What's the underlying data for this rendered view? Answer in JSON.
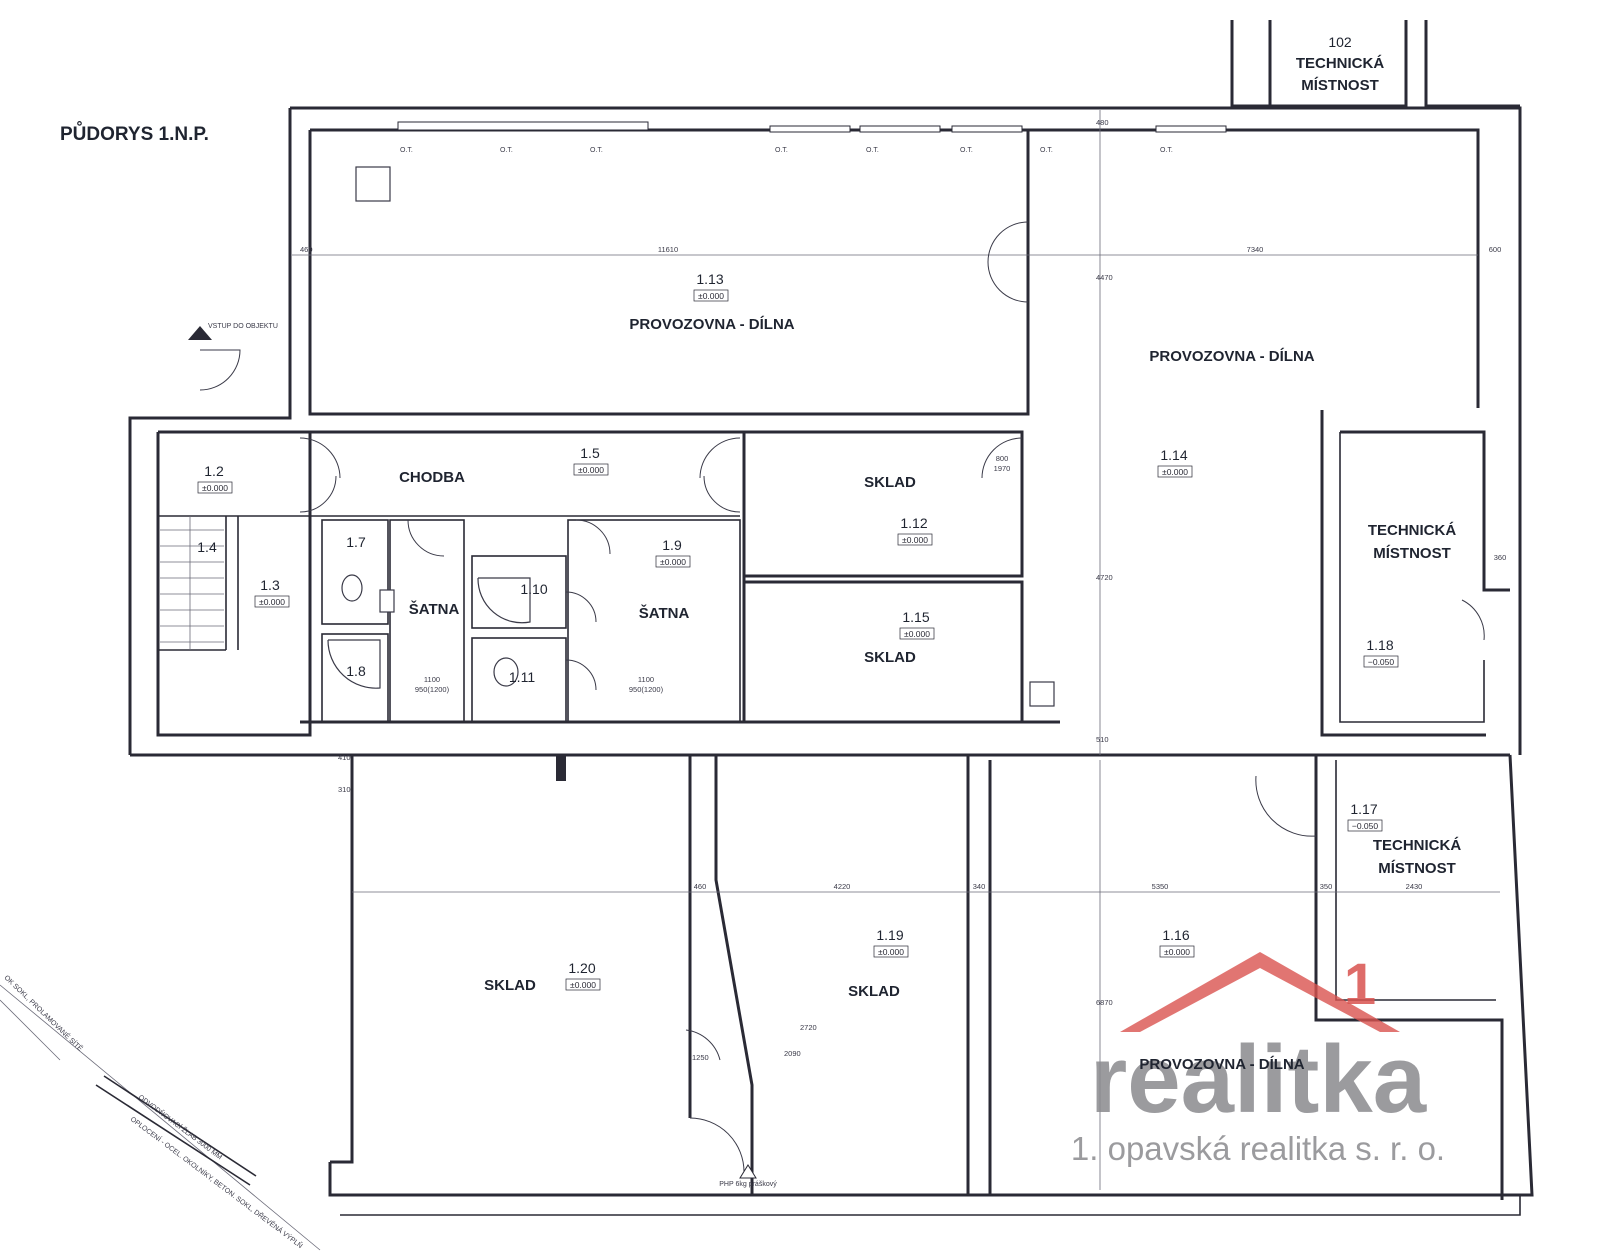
{
  "title": "PŮDORYS 1.N.P.",
  "entrance_label": "VSTUP DO OBJEKTU",
  "rooms": {
    "r102": {
      "num": "102",
      "name1": "TECHNICKÁ",
      "name2": "MÍSTNOST"
    },
    "r1_2": {
      "num": "1.2",
      "level": "±0.000"
    },
    "r1_3": {
      "num": "1.3",
      "level": "±0.000"
    },
    "r1_4": {
      "num": "1.4"
    },
    "r1_5": {
      "num": "1.5",
      "name": "CHODBA",
      "level": "±0.000"
    },
    "r1_7": {
      "num": "1.7"
    },
    "r1_8": {
      "num": "1.8"
    },
    "r1_9": {
      "num": "1.9",
      "level": "±0.000"
    },
    "satna_a": {
      "name": "ŠATNA"
    },
    "satna_b": {
      "name": "ŠATNA"
    },
    "r1_10": {
      "num": "1.10"
    },
    "r1_11": {
      "num": "1.11"
    },
    "r1_12": {
      "num": "1.12",
      "name": "SKLAD",
      "level": "±0.000"
    },
    "r1_13": {
      "num": "1.13",
      "name": "PROVOZOVNA - DÍLNA",
      "level": "±0.000"
    },
    "r1_14": {
      "num": "1.14",
      "name": "PROVOZOVNA - DÍLNA",
      "level": "±0.000"
    },
    "r1_15": {
      "num": "1.15",
      "name": "SKLAD",
      "level": "±0.000"
    },
    "r1_16": {
      "num": "1.16",
      "name": "PROVOZOVNA - DÍLNA",
      "level": "±0.000"
    },
    "r1_17": {
      "num": "1.17",
      "name1": "TECHNICKÁ",
      "name2": "MÍSTNOST",
      "level": "−0.050"
    },
    "r1_18": {
      "num": "1.18",
      "name1": "TECHNICKÁ",
      "name2": "MÍSTNOST",
      "level": "−0.050"
    },
    "r1_19": {
      "num": "1.19",
      "name": "SKLAD",
      "level": "±0.000"
    },
    "r1_20": {
      "num": "1.20",
      "name": "SKLAD",
      "level": "±0.000"
    }
  },
  "dimensions": {
    "d460a": "460",
    "d11610": "11610",
    "d7340": "7340",
    "d600": "600",
    "d480": "480",
    "d4470": "4470",
    "d4720": "4720",
    "d510": "510",
    "d6870": "6870",
    "d4220": "4220",
    "d340": "340",
    "d5350": "5350",
    "d460b": "460",
    "d350": "350",
    "d2430": "2430",
    "d360": "360",
    "d1100a": "1100",
    "d950a": "950(1200)",
    "d1100b": "1100",
    "d950b": "950(1200)",
    "d800": "800",
    "d1970": "1970",
    "d410": "410",
    "d310": "310",
    "d2720": "2720",
    "d2090": "2090",
    "d1250": "1250"
  },
  "annotations": {
    "window": "O.T.",
    "ppr": "PHP 6kg práškový",
    "fence_a": "OPLOCENÍ - OCEL. OKOLNÍKY, BETON. SOKL, DŘEVĚNÁ VÝPLŇ",
    "fence_b": "ODVODŇOVACÍ ŽLAB 3000 MM",
    "fence_c": "OK SOKL, PROLAMOVANÉ SÍTĚ"
  },
  "logo": {
    "word": "realitka",
    "one": "1",
    "subtitle": "1. opavská realitka s. r. o.",
    "color_roof": "#d9534f",
    "color_text": "#8a8a8e"
  }
}
